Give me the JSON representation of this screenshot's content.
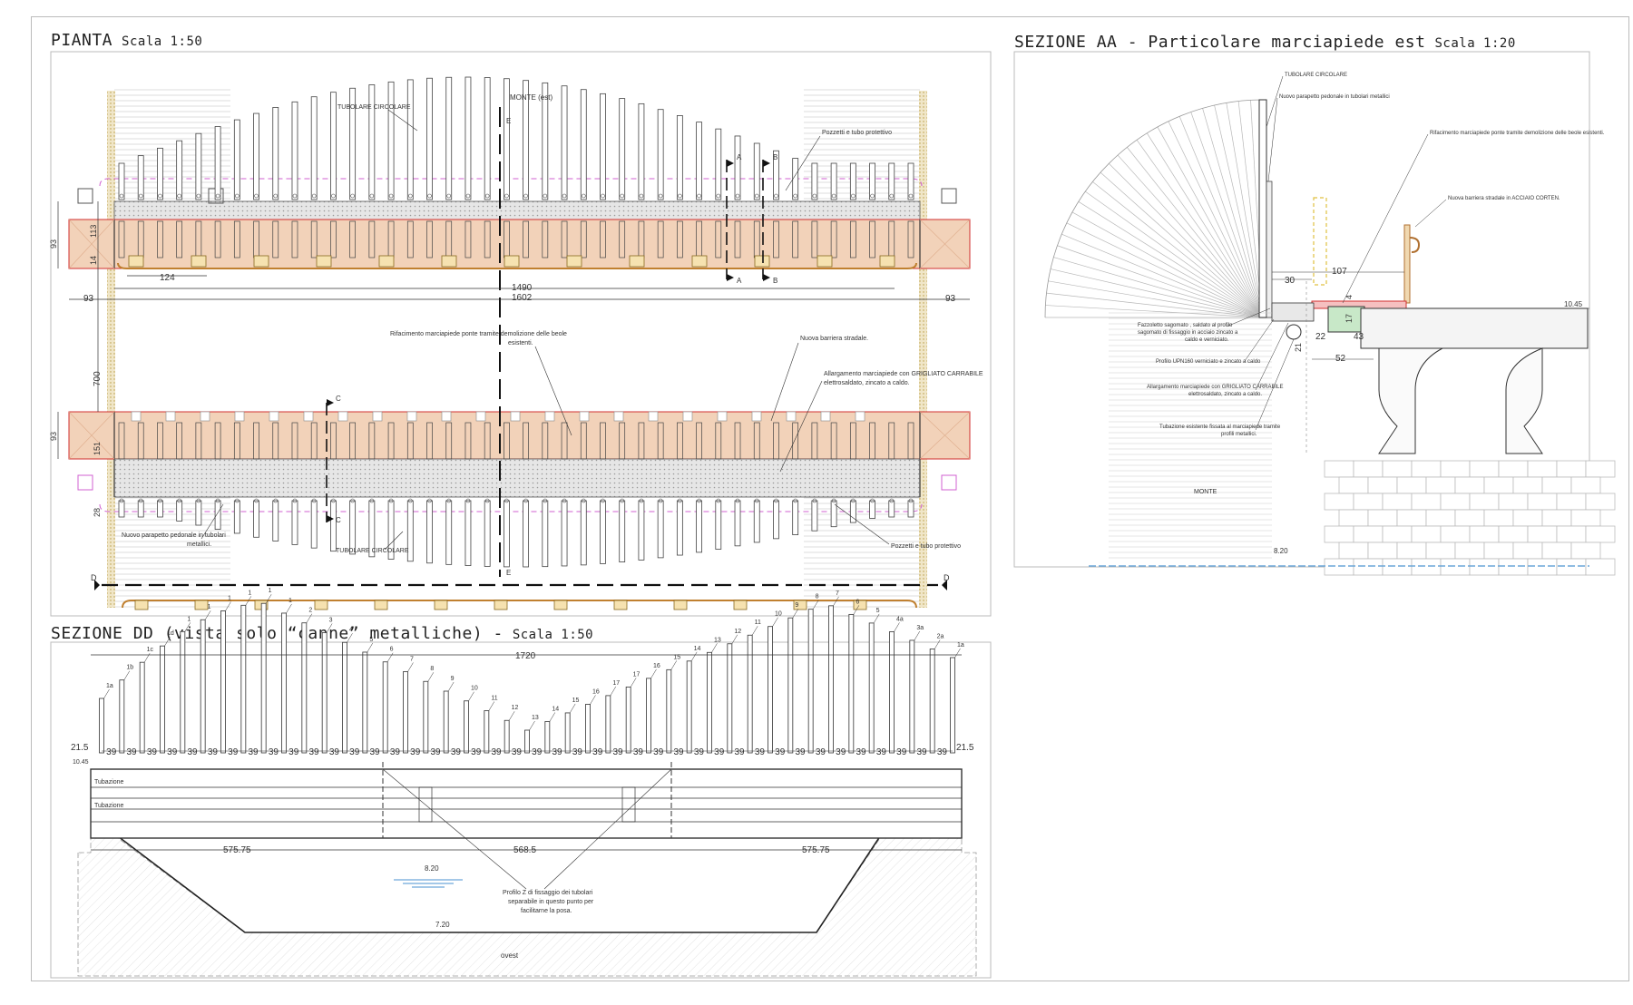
{
  "panels": {
    "pianta": {
      "title": "PIANTA",
      "scale": "Scala 1:50"
    },
    "sezione_aa": {
      "title": "SEZIONE AA - Particolare marciapiede est",
      "scale": "Scala 1:20"
    },
    "sezione_dd": {
      "title": "SEZIONE DD (vista solo “canne” metalliche) -",
      "scale": "Scala 1:50"
    }
  },
  "pianta": {
    "labels": {
      "tubolare_top": "TUBOLARE CIRCOLARE",
      "monte": "MONTE (est)",
      "pozzetti_top": "Pozzetti e tubo protettivo",
      "rifacimento_1": "Rifacimento marciapiede ponte tramite demolizione delle beole",
      "rifacimento_2": "esistenti.",
      "nuova_barriera": "Nuova barriera stradale.",
      "allargamento_1": "Allargamento marciapiede con GRIGLIATO CARRABILE",
      "allargamento_2": "elettrosaldato, zincato a caldo.",
      "parapetto_1": "Nuovo parapetto pedonale in tubolari",
      "parapetto_2": "metallici.",
      "tubolare_bottom": "TUBOLARE CIRCOLARE",
      "pozzetti_bottom": "Pozzetti e tubo protettivo"
    },
    "dims": {
      "d93_left_top": "93",
      "d113": "113",
      "d14": "14",
      "d124": "124",
      "d1490": "1490",
      "d1602": "1602",
      "d93_bottom_left": "93",
      "d93_bottom_right": "93",
      "d700": "700",
      "d93_left_lower": "93",
      "d151": "151",
      "d28": "28"
    },
    "section_marks": {
      "a": "A",
      "b": "B",
      "c": "C",
      "d": "D",
      "e": "E"
    }
  },
  "sezione_aa": {
    "labels": {
      "tubolare": "TUBOLARE CIRCOLARE",
      "parapetto": "Nuovo parapetto pedonale in tubolari metallici",
      "rifacimento": "Rifacimento marciapiede ponte tramite demolizione delle beole esistenti.",
      "barriera": "Nuova barriera stradale in ACCIAIO CORTEN.",
      "fazzoletto_1": "Fazzoletto sagomato , saldato al profilo",
      "fazzoletto_2": "sagomato di fissaggio in acciaio zincato a",
      "fazzoletto_3": "caldo e verniciato.",
      "profilo": "Profilo UPN160 verniciato e zincato a caldo",
      "allargamento_1": "Allargamento marciapiede con GRIGLIATO CARRABILE",
      "allargamento_2": "elettrosaldato, zincato a caldo.",
      "tubazione_1": "Tubazione esistente fissata al marciapiede tramite",
      "tubazione_2": "profili metallici.",
      "monte": "MONTE",
      "level_1045": "10.45",
      "level_820": "8.20"
    },
    "dims": {
      "d30": "30",
      "d107": "107",
      "d22": "22",
      "d43": "43",
      "d52": "52",
      "d21": "21",
      "d4": "4",
      "d17": "17"
    }
  },
  "sezione_dd": {
    "dims": {
      "d1720": "1720",
      "d21_5_left": "21.5",
      "d21_5_right": "21.5",
      "d10_45": "10.45",
      "d575_left": "575.75",
      "d568": "568.5",
      "d575_right": "575.75",
      "spacing": "39"
    },
    "labels": {
      "tubazione_1": "Tubazione",
      "tubazione_2": "Tubazione",
      "level_820": "8.20",
      "level_720": "7.20",
      "profilo_1": "Profilo Z di fissaggio dei tubolari",
      "profilo_2": "separabile in questo punto per",
      "profilo_3": "facilitarne la posa.",
      "ovest": "ovest"
    },
    "tube_labels": [
      "1a",
      "1b",
      "1c",
      "1d",
      "1",
      "1",
      "1",
      "1",
      "1",
      "1",
      "2",
      "3",
      "4",
      "5",
      "6",
      "7",
      "8",
      "9",
      "10",
      "11",
      "12",
      "13",
      "14",
      "15",
      "16",
      "17",
      "17",
      "16",
      "15",
      "14",
      "13",
      "12",
      "11",
      "10",
      "9",
      "8",
      "7",
      "6",
      "5",
      "4a",
      "3a",
      "2a",
      "1a"
    ]
  }
}
